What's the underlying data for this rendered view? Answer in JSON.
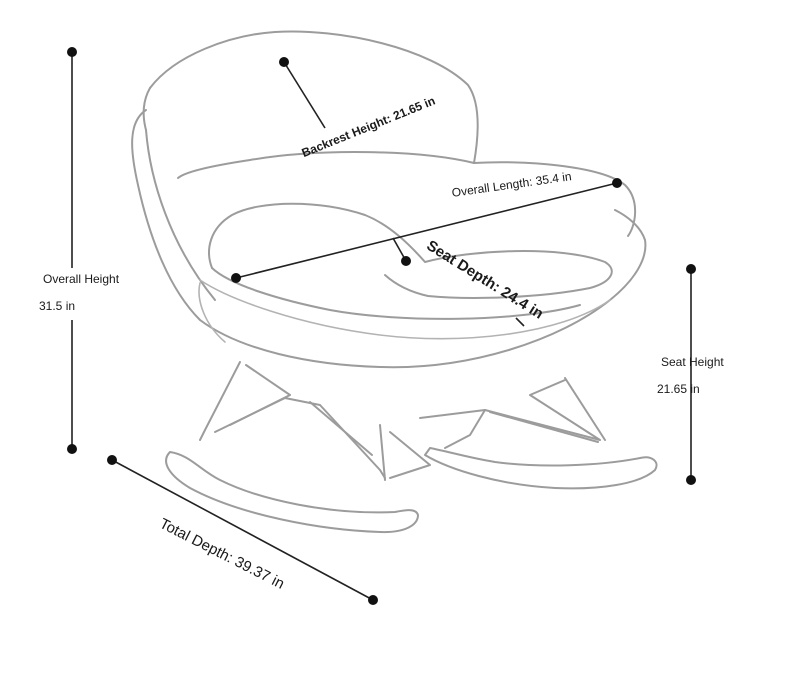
{
  "dimensions": {
    "overall_height_label": "Overall Height",
    "overall_height_value": "31.5 in",
    "backrest_height": "Backrest Height: 21.65 in",
    "overall_length": "Overall Length: 35.4 in",
    "seat_depth": "Seat Depth: 24.4 in",
    "seat_height_label": "Seat Height",
    "seat_height_value": "21.65 in",
    "total_depth": "Total Depth: 39.37 in"
  }
}
